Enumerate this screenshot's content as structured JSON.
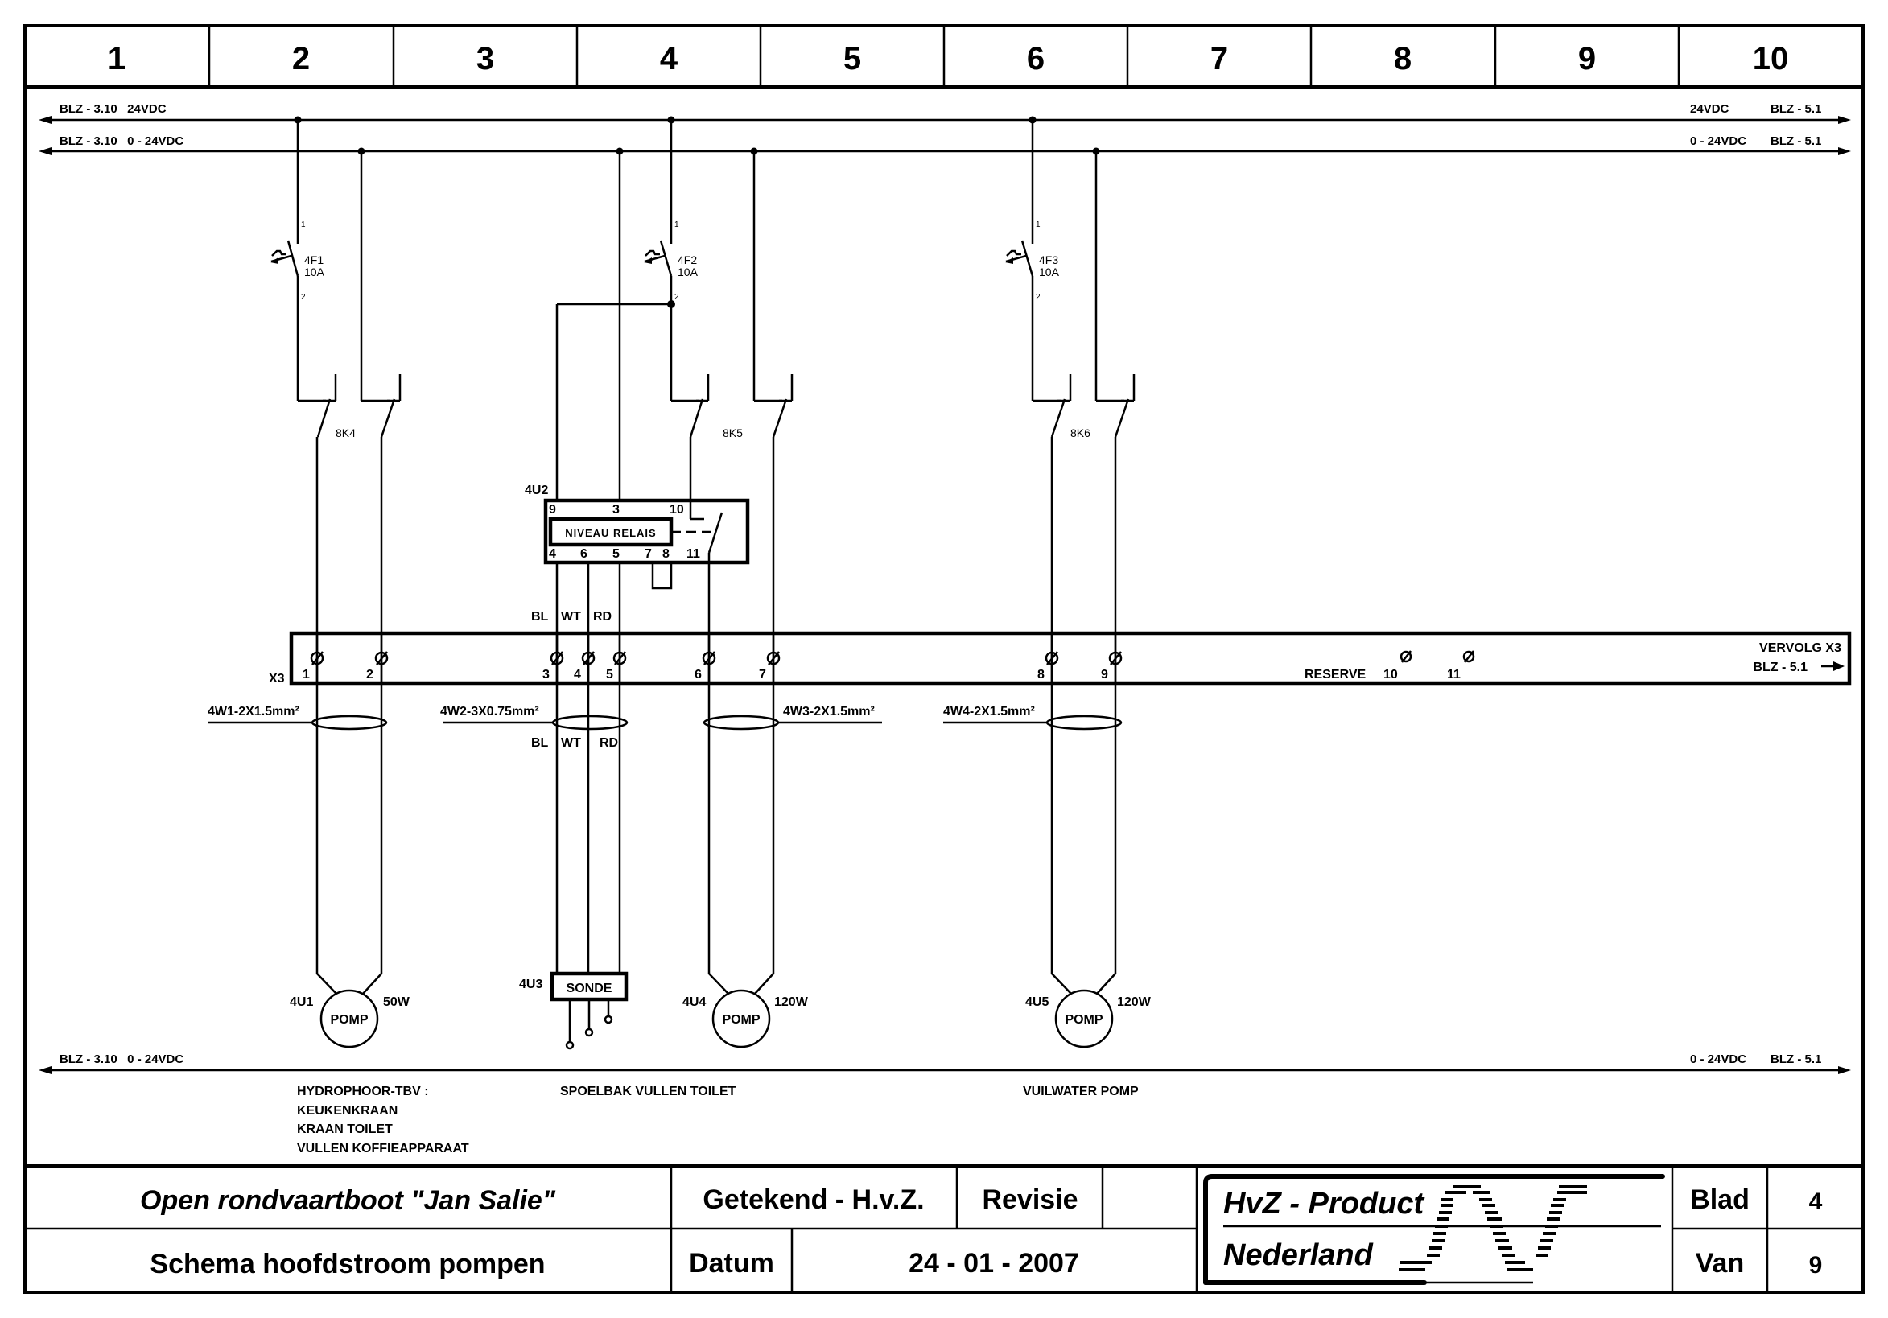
{
  "sheet": {
    "columns": [
      "1",
      "2",
      "3",
      "4",
      "5",
      "6",
      "7",
      "8",
      "9",
      "10"
    ],
    "buses": {
      "top_24v_left": "BLZ - 3.10   24VDC",
      "top_0v_left": "BLZ - 3.10   0 - 24VDC",
      "top_24v_right_a": "24VDC",
      "top_24v_right_b": "BLZ - 5.1",
      "top_0v_right_a": "0 - 24VDC",
      "top_0v_right_b": "BLZ - 5.1",
      "bottom_0v_left": "BLZ - 3.10   0 - 24VDC",
      "bottom_0v_right_a": "0 - 24VDC",
      "bottom_0v_right_b": "BLZ - 5.1"
    },
    "breakers": [
      {
        "name": "4F1",
        "rating": "10A",
        "pin_top": "1",
        "pin_bottom": "2"
      },
      {
        "name": "4F2",
        "rating": "10A",
        "pin_top": "1",
        "pin_bottom": "2"
      },
      {
        "name": "4F3",
        "rating": "10A",
        "pin_top": "1",
        "pin_bottom": "2"
      }
    ],
    "contactors": [
      "8K4",
      "8K5",
      "8K6"
    ],
    "relay": {
      "ref": "4U2",
      "label": "NIVEAU RELAIS",
      "pins_top": [
        "9",
        "3",
        "10"
      ],
      "pins_bottom": [
        "4",
        "6",
        "5",
        "7",
        "8",
        "11"
      ],
      "wire_colors": [
        "BL",
        "WT",
        "RD"
      ]
    },
    "terminal_strip": {
      "ref": "X3",
      "terminals": [
        "1",
        "2",
        "3",
        "4",
        "5",
        "6",
        "7",
        "8",
        "9"
      ],
      "reserve_label": "RESERVE",
      "reserve_terminals": [
        "10",
        "11"
      ],
      "continue_line1": "VERVOLG X3",
      "continue_line2": "BLZ - 5.1"
    },
    "cables": [
      {
        "name": "4W1-2X1.5mm²"
      },
      {
        "name": "4W2-3X0.75mm²",
        "colors": [
          "BL",
          "WT",
          "RD"
        ]
      },
      {
        "name": "4W3-2X1.5mm²"
      },
      {
        "name": "4W4-2X1.5mm²"
      }
    ],
    "loads": [
      {
        "ref": "4U1",
        "label": "POMP",
        "power": "50W"
      },
      {
        "ref": "4U3",
        "label": "SONDE"
      },
      {
        "ref": "4U4",
        "label": "POMP",
        "power": "120W"
      },
      {
        "ref": "4U5",
        "label": "POMP",
        "power": "120W"
      }
    ],
    "descriptions": {
      "hydrophoor": [
        "HYDROPHOOR-TBV :",
        "KEUKENKRAAN",
        "KRAAN TOILET",
        "VULLEN KOFFIEAPPARAAT"
      ],
      "spoelbak": "SPOELBAK VULLEN TOILET",
      "vuilwater": "VUILWATER POMP"
    }
  },
  "title_block": {
    "project": "Open rondvaartboot \"Jan Salie\"",
    "subject": "Schema hoofdstroom pompen",
    "drawn_by": "Getekend - H.v.Z.",
    "revision_label": "Revisie",
    "revision_value": "",
    "date_label": "Datum",
    "date_value": "24 - 01 - 2007",
    "company_line1": "HvZ - Product",
    "company_line2": "Nederland",
    "sheet_label": "Blad",
    "sheet_value": "4",
    "of_label": "Van",
    "of_value": "9"
  }
}
